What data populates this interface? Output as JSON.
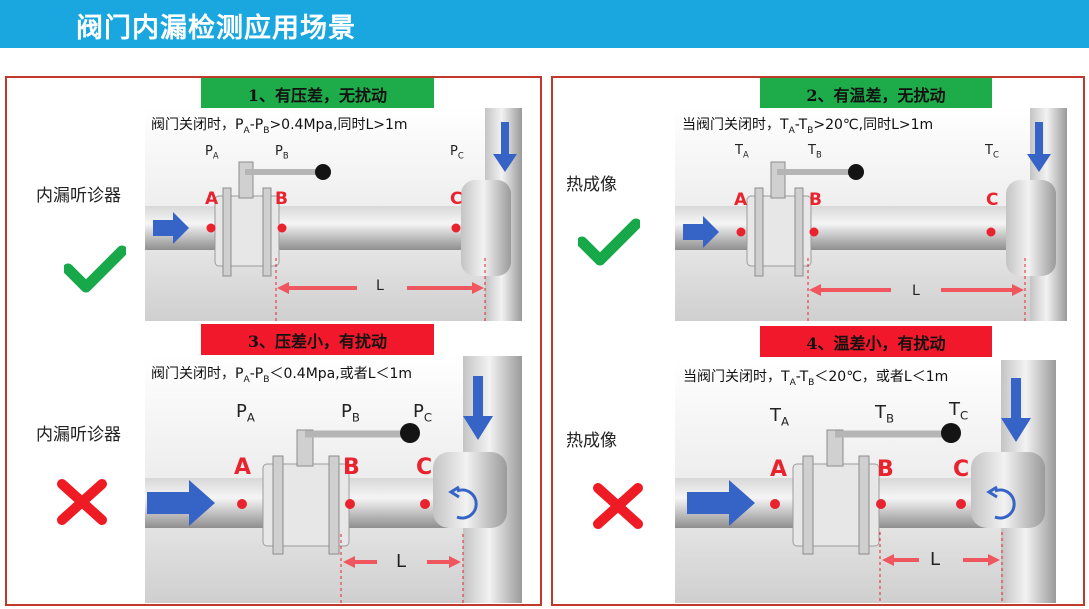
{
  "header": {
    "title": "阀门内漏检测应用场景"
  },
  "colors": {
    "header_bg": "#1aa7e0",
    "ok_tag": "#1eac4a",
    "bad_tag": "#f0182a",
    "check": "#17a84a",
    "cross": "#ef1b24",
    "arrow": "#3563c6",
    "pipe": "#a8a8a8",
    "point": "#e8232d"
  },
  "scenarios": [
    {
      "title": "1、有压差，无扰动",
      "instr_pre": "阀门关闭时，",
      "instr_v1": "P",
      "instr_s1": "A",
      "instr_dash": "-",
      "instr_v2": "P",
      "instr_s2": "B",
      "instr_post": ">0.4Mpa,同时L>1m",
      "method": "内漏听诊器",
      "result": "check-icon",
      "lbl_a": "P",
      "sub_a": "A",
      "lbl_b": "P",
      "sub_b": "B",
      "lbl_c": "P",
      "sub_c": "C",
      "pt_a": "A",
      "pt_b": "B",
      "pt_c": "C",
      "len_label": "L"
    },
    {
      "title": "2、有温差，无扰动",
      "instr_pre": "当阀门关闭时，",
      "instr_v1": "T",
      "instr_s1": "A",
      "instr_dash": "-",
      "instr_v2": "T",
      "instr_s2": "B",
      "instr_post": ">20℃,同时L>1m",
      "method": "热成像",
      "result": "check-icon",
      "lbl_a": "T",
      "sub_a": "A",
      "lbl_b": "T",
      "sub_b": "B",
      "lbl_c": "T",
      "sub_c": "C",
      "pt_a": "A",
      "pt_b": "B",
      "pt_c": "C",
      "len_label": "L"
    },
    {
      "title": "3、压差小，有扰动",
      "instr_pre": "阀门关闭时，",
      "instr_v1": "P",
      "instr_s1": "A",
      "instr_dash": "-",
      "instr_v2": "P",
      "instr_s2": "B",
      "instr_post": "＜0.4Mpa,或者L＜1m",
      "method": "内漏听诊器",
      "result": "cross-icon",
      "lbl_a": "P",
      "sub_a": "A",
      "lbl_b": "P",
      "sub_b": "B",
      "lbl_c": "P",
      "sub_c": "C",
      "pt_a": "A",
      "pt_b": "B",
      "pt_c": "C",
      "len_label": "L"
    },
    {
      "title": "4、温差小，有扰动",
      "instr_pre": "当阀门关闭时，",
      "instr_v1": "T",
      "instr_s1": "A",
      "instr_dash": "-",
      "instr_v2": "T",
      "instr_s2": "B",
      "instr_post": "＜20℃，或者L＜1m",
      "method": "热成像",
      "result": "cross-icon",
      "lbl_a": "T",
      "sub_a": "A",
      "lbl_b": "T",
      "sub_b": "B",
      "lbl_c": "T",
      "sub_c": "C",
      "pt_a": "A",
      "pt_b": "B",
      "pt_c": "C",
      "len_label": "L"
    }
  ]
}
